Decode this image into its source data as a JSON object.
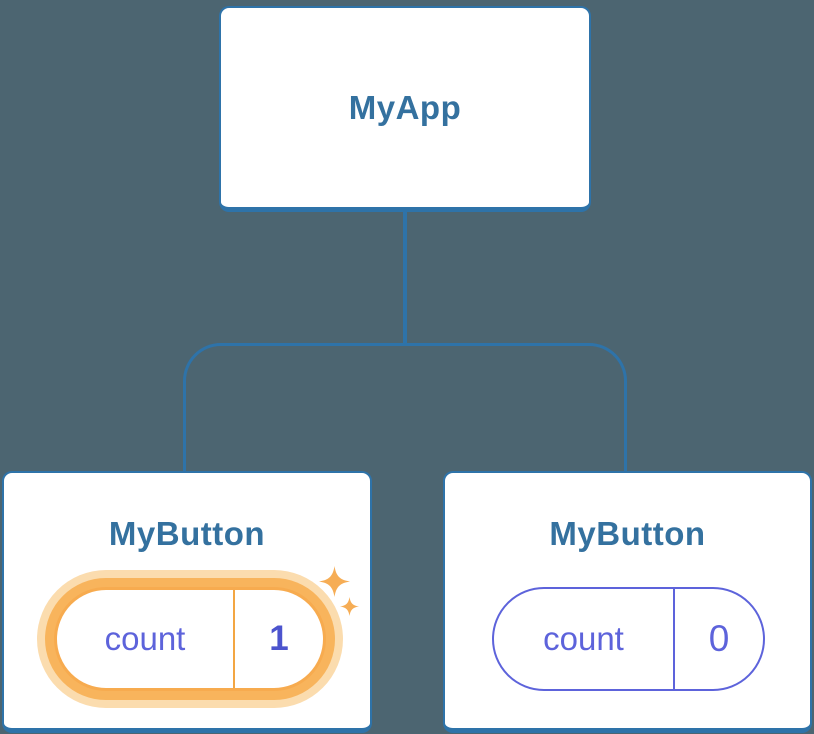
{
  "canvas": {
    "background": "#4c6571"
  },
  "palette": {
    "card_background": "#ffffff",
    "node_border_blue": "#2e73a9",
    "node_title_blue": "#34719f",
    "connector_blue": "#2e73a9",
    "state_purple": "#5d63db",
    "state_value_purple": "#4c54ce",
    "highlight_orange": "#f8b45c",
    "highlight_halo_orange": "#fbdcae",
    "sparkle_orange": "#f6ad55"
  },
  "icons": {
    "sparkle": "four-point-star"
  },
  "diagram": {
    "root": {
      "label": "MyApp"
    },
    "children": [
      {
        "label": "MyButton",
        "state_name": "count",
        "state_value": "1",
        "highlighted": true
      },
      {
        "label": "MyButton",
        "state_name": "count",
        "state_value": "0",
        "highlighted": false
      }
    ]
  }
}
